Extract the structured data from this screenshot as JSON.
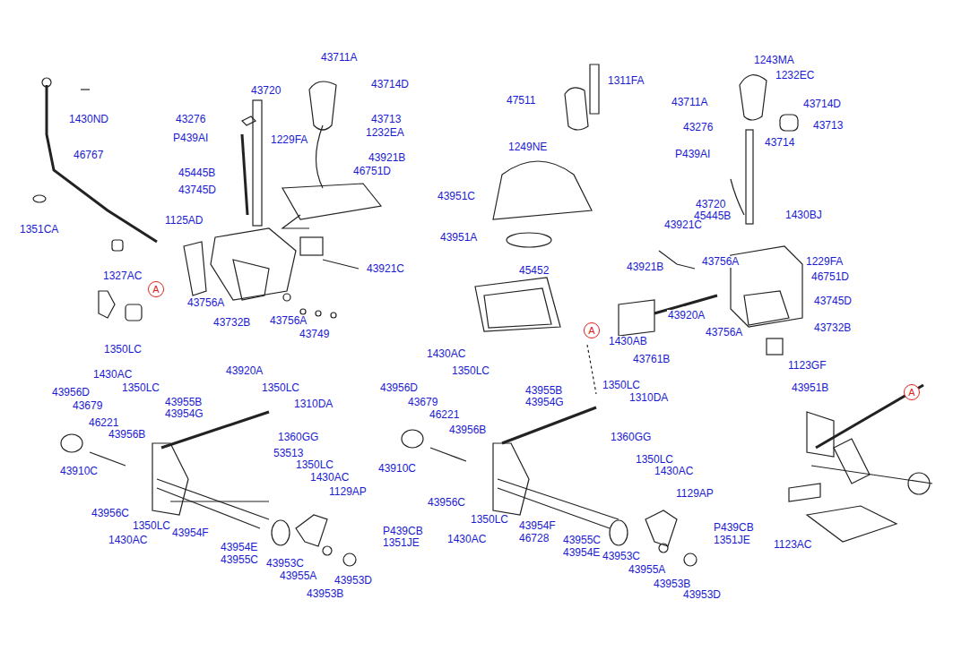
{
  "diagram": {
    "nodes": [
      {
        "text": [
          "A"
        ]
      },
      {
        "text": [
          "A"
        ]
      },
      {
        "text": [
          "A"
        ]
      }
    ],
    "labels": [
      "43711A",
      "43720",
      "43714D",
      "1430ND",
      "43276",
      "43713",
      "P439AI",
      "1232EA",
      "1229FA",
      "43921B",
      "46767",
      "45445B",
      "46751D",
      "43745D",
      "1351CA",
      "1125AD",
      "1327AC",
      "43921C",
      "43756A",
      "43732B",
      "43756A",
      "43749",
      "1350LC",
      "43956D",
      "1430AC",
      "1350LC",
      "43920A",
      "1350LC",
      "43679",
      "43955B",
      "43954G",
      "1310DA",
      "46221",
      "43956B",
      "1360GG",
      "43910C",
      "53513",
      "1350LC",
      "1430AC",
      "43956C",
      "1129AP",
      "1350LC",
      "43954F",
      "1430AC",
      "P439CB",
      "1351JE",
      "43954E",
      "43955C",
      "43953C",
      "43955A",
      "43953D",
      "43953B",
      "1311FA",
      "47511",
      "1249NE",
      "43951C",
      "43951A",
      "45452",
      "1430AC",
      "1350LC",
      "43956D",
      "43955B",
      "43954G",
      "1350LC",
      "1310DA",
      "43679",
      "46221",
      "43956B",
      "1360GG",
      "43910C",
      "43956C",
      "1350LC",
      "1430AC",
      "1129AP",
      "1350LC",
      "43954F",
      "46728",
      "1430AC",
      "43955C",
      "43954E",
      "P439CB",
      "1351JE",
      "43953C",
      "43955A",
      "43953B",
      "43953D",
      "1430AB",
      "43761B",
      "43920A",
      "43756A",
      "43921B",
      "1243MA",
      "1232EC",
      "43711A",
      "43714D",
      "43276",
      "43714",
      "43713",
      "P439AI",
      "43720",
      "45445B",
      "1430BJ",
      "43921C",
      "43756A",
      "1229FA",
      "46751D",
      "43745D",
      "43732B",
      "1123GF",
      "43951B",
      "1123AC"
    ]
  }
}
